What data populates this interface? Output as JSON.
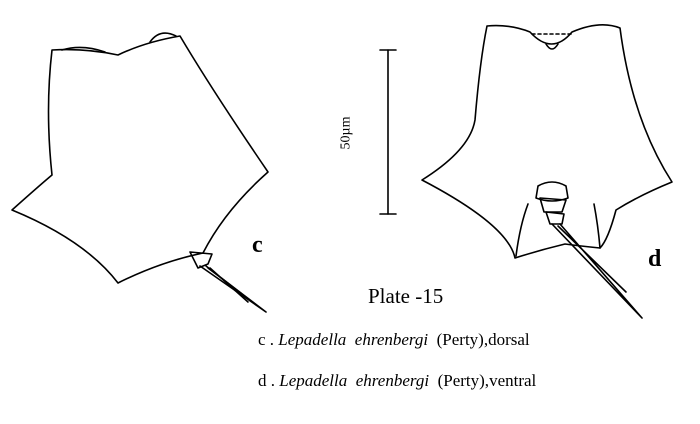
{
  "plate": {
    "title": "Plate -15"
  },
  "scale_bar": {
    "label": "50µm"
  },
  "figures": [
    {
      "letter": "c"
    },
    {
      "letter": "d"
    }
  ],
  "captions": [
    {
      "letter": "c",
      "separator": " . ",
      "genus": "Lepadella",
      "species": "ehrenbergi",
      "authority": "(Perty),",
      "view": "dorsal"
    },
    {
      "letter": "d",
      "separator": " . ",
      "genus": "Lepadella",
      "species": "ehrenbergi",
      "authority": "(Perty),",
      "view": "ventral"
    }
  ]
}
